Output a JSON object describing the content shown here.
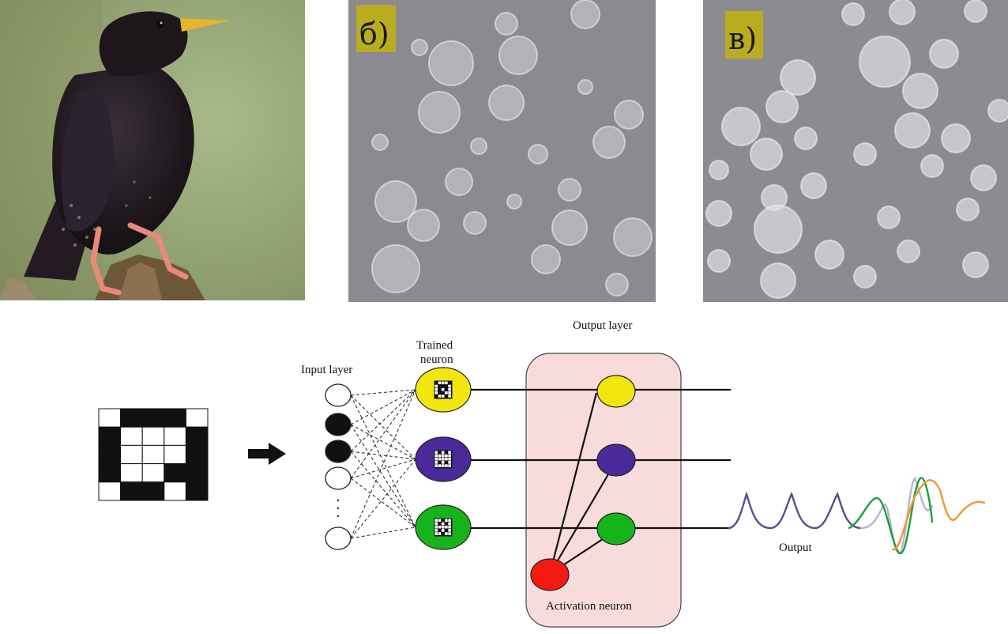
{
  "photos": {
    "bird_alt": "starling",
    "panel_b_label": "б)",
    "panel_v_label": "в)"
  },
  "diagram": {
    "input_layer_label": "Input layer",
    "trained_neuron_label_line1": "Trained",
    "trained_neuron_label_line2": "neuron",
    "output_layer_label": "Output layer",
    "activation_neuron_label": "Activation neuron",
    "output_label": "Output",
    "colors": {
      "yellow": "#f2e60f",
      "purple": "#4a2a9a",
      "green": "#16b41a",
      "red": "#f21a12",
      "output_box": "#f8dcdc"
    }
  }
}
